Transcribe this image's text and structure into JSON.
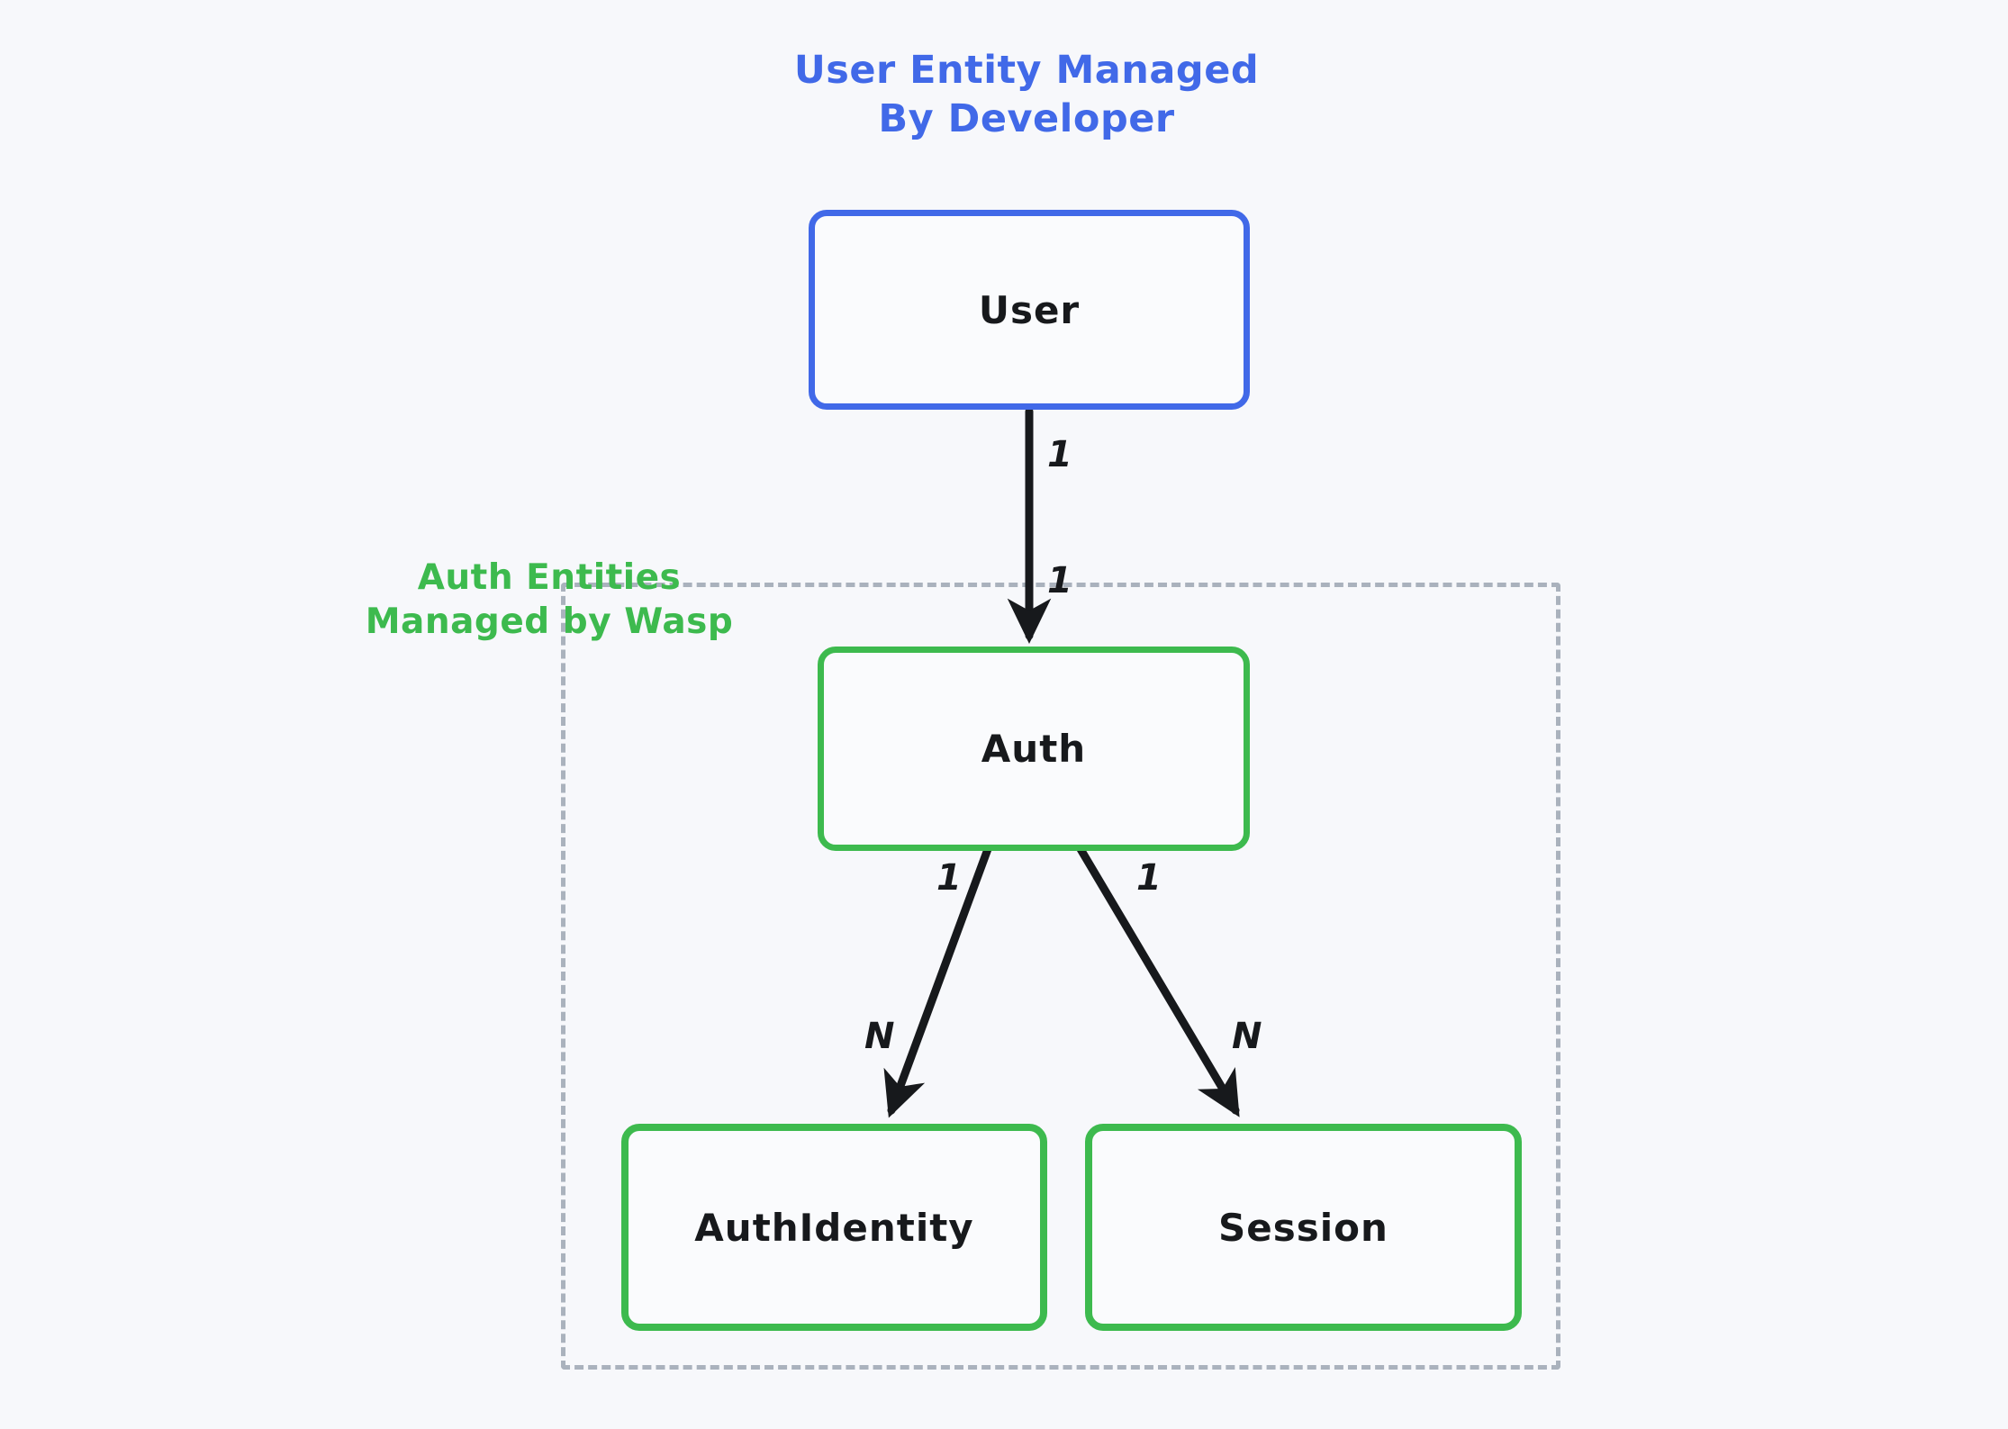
{
  "background_color": "#f7f8fb",
  "colors": {
    "developer_accent": "#4169e8",
    "wasp_accent": "#3dba4e",
    "group_border": "#aab2bd",
    "arrow": "#17191c",
    "box_fill": "#fafbfd"
  },
  "groups": {
    "developer": {
      "title": "User Entity Managed\nBy Developer",
      "title_line_1": "User Entity Managed",
      "title_line_2": "By Developer"
    },
    "wasp": {
      "title": "Auth Entities\nManaged by Wasp",
      "title_line_1": "Auth Entities",
      "title_line_2": "Managed by Wasp"
    }
  },
  "entities": [
    {
      "id": "user",
      "label": "User"
    },
    {
      "id": "auth",
      "label": "Auth"
    },
    {
      "id": "authidentity",
      "label": "AuthIdentity"
    },
    {
      "id": "session",
      "label": "Session"
    }
  ],
  "relationships": [
    {
      "from": "user",
      "to": "auth",
      "from_cardinality": "1",
      "to_cardinality": "1"
    },
    {
      "from": "auth",
      "to": "authidentity",
      "from_cardinality": "1",
      "to_cardinality": "N"
    },
    {
      "from": "auth",
      "to": "session",
      "from_cardinality": "1",
      "to_cardinality": "N"
    }
  ]
}
